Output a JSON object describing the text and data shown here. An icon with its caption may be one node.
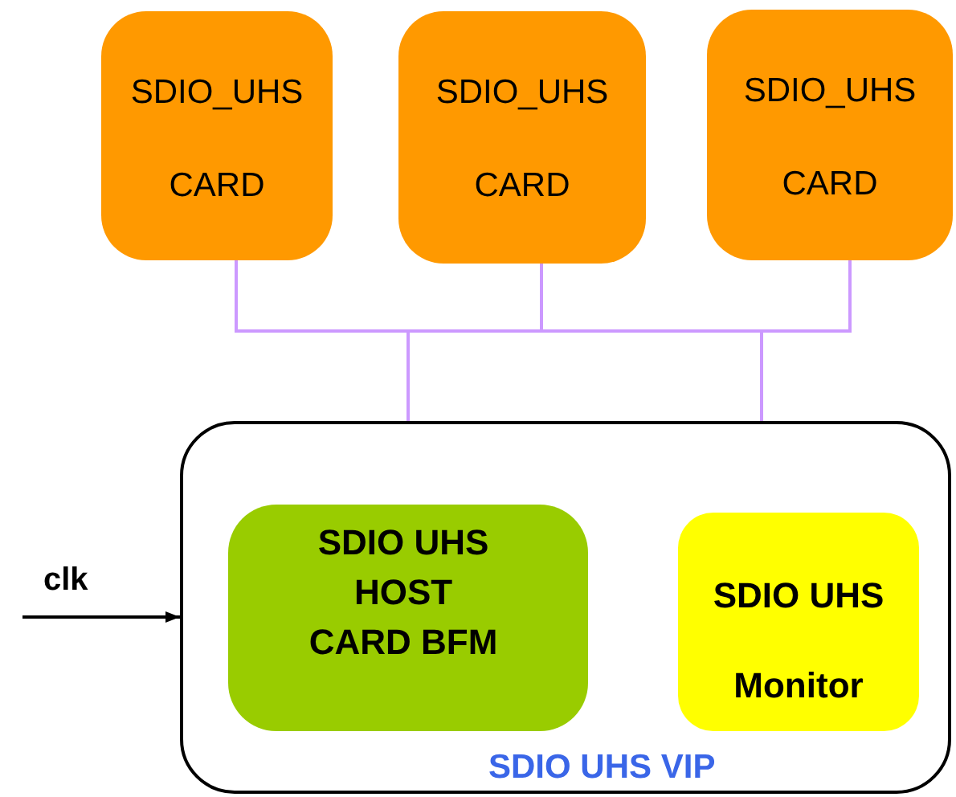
{
  "diagram": {
    "nodes": [
      {
        "text": [
          "SDIO_UHS CARD"
        ]
      },
      {
        "text": [
          "SDIO_UHS CARD"
        ]
      },
      {
        "text": [
          "SDIO_UHS CARD"
        ]
      },
      {
        "text": [
          "SDIO UHS VIP"
        ]
      },
      {
        "text": [
          "SDIO UHS HOST CARD BFM"
        ],
        "in": 3
      },
      {
        "text": [
          "SDIO UHS Monitor"
        ],
        "in": 3
      }
    ],
    "edges": [
      {
        "from": 0,
        "to": 4,
        "arrow": "none",
        "color": "#cc99ff"
      },
      {
        "from": 1,
        "to": 4,
        "arrow": "none",
        "color": "#cc99ff"
      },
      {
        "from": 2,
        "to": 4,
        "arrow": "none",
        "color": "#cc99ff"
      },
      {
        "from": 0,
        "to": 5,
        "arrow": "none",
        "color": "#cc99ff"
      },
      {
        "from": 1,
        "to": 5,
        "arrow": "none",
        "color": "#cc99ff"
      },
      {
        "from": 2,
        "to": 5,
        "arrow": "none",
        "color": "#cc99ff"
      },
      {
        "from": null,
        "to": 3,
        "arrow": "to",
        "label": "clk",
        "color": "#000000"
      }
    ]
  }
}
